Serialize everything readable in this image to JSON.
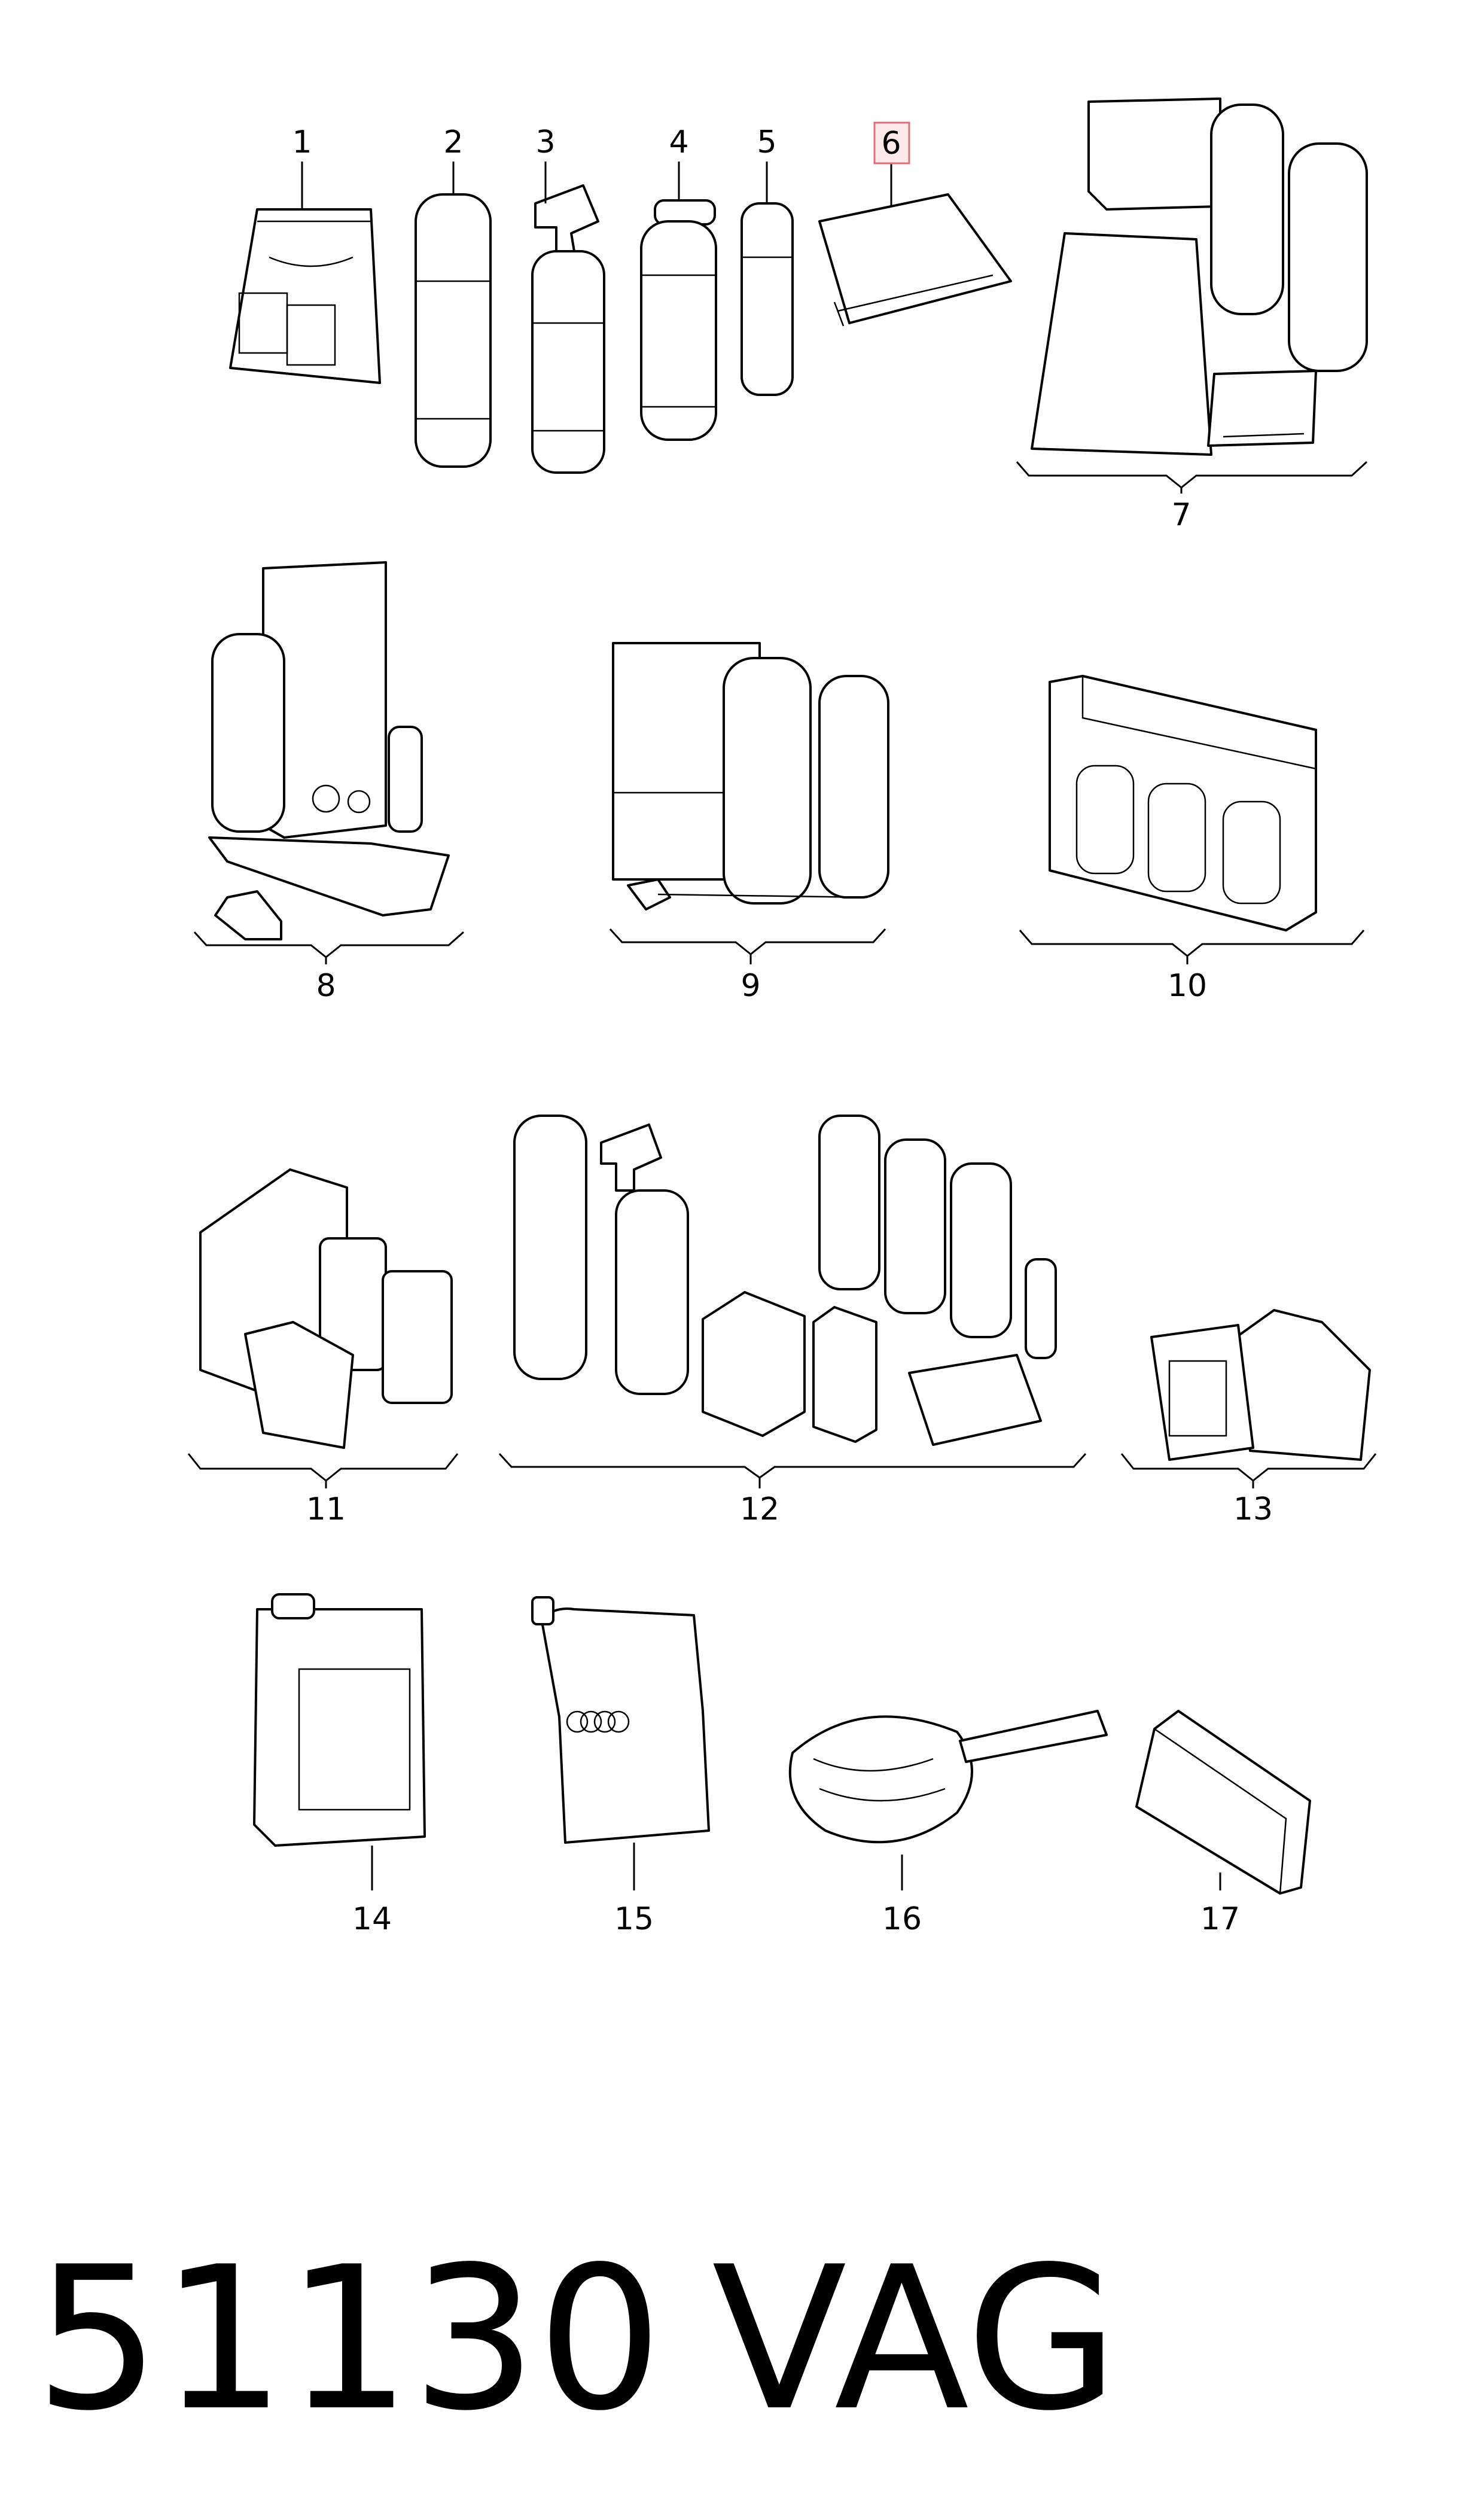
{
  "callouts": [
    "1",
    "2",
    "3",
    "4",
    "5",
    "6",
    "7",
    "8",
    "9",
    "10",
    "11",
    "12",
    "13",
    "14",
    "15",
    "16",
    "17"
  ],
  "highlighted_callout": "6",
  "footer": {
    "part_number": "51130",
    "brand": "VAG"
  },
  "colors": {
    "line": "#000000",
    "background": "#ffffff",
    "highlight_fill": "#fde8ea",
    "highlight_stroke": "#e06f7d"
  }
}
